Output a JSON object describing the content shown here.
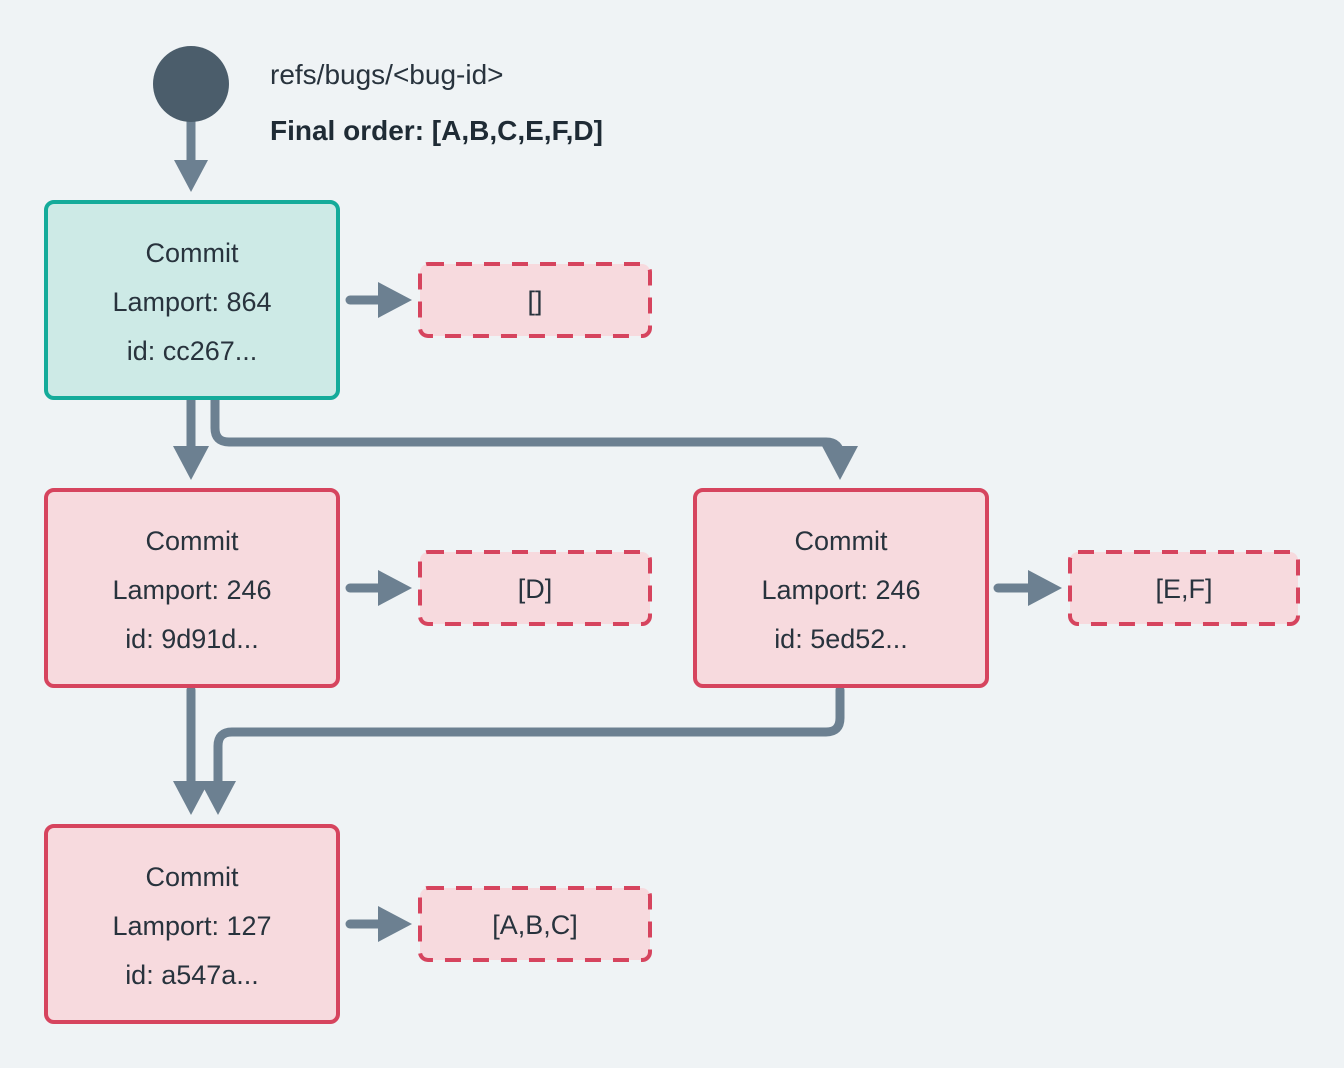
{
  "diagram": {
    "type": "flowchart",
    "title_ref": "refs/bugs/<bug-id>",
    "final_order_label": "Final order: [A,B,C,E,F,D]",
    "background_color": "#eff3f5",
    "colors": {
      "head_node": "#4b5d6b",
      "green_fill": "#cdeae6",
      "green_border": "#14ab9a",
      "red_fill": "#f7dade",
      "red_border": "#d6445e",
      "edge": "#6c8091",
      "text": "#28333d"
    },
    "nodes": [
      {
        "id": "head",
        "kind": "start-circle",
        "label": ""
      },
      {
        "id": "cc267",
        "kind": "commit",
        "style": "green",
        "line1": "Commit",
        "line2": "Lamport: 864",
        "line3": "id: cc267..."
      },
      {
        "id": "9d91d",
        "kind": "commit",
        "style": "red",
        "line1": "Commit",
        "line2": "Lamport: 246",
        "line3": "id: 9d91d..."
      },
      {
        "id": "5ed52",
        "kind": "commit",
        "style": "red",
        "line1": "Commit",
        "line2": "Lamport: 246",
        "line3": "id: 5ed52..."
      },
      {
        "id": "a547a",
        "kind": "commit",
        "style": "red",
        "line1": "Commit",
        "line2": "Lamport: 127",
        "line3": "id: a547a..."
      }
    ],
    "operations": [
      {
        "id": "op-cc267",
        "source": "cc267",
        "label": "[]"
      },
      {
        "id": "op-9d91d",
        "source": "9d91d",
        "label": "[D]"
      },
      {
        "id": "op-5ed52",
        "source": "5ed52",
        "label": "[E,F]"
      },
      {
        "id": "op-a547a",
        "source": "a547a",
        "label": "[A,B,C]"
      }
    ],
    "edges": [
      {
        "from": "head",
        "to": "cc267"
      },
      {
        "from": "cc267",
        "to": "9d91d"
      },
      {
        "from": "cc267",
        "to": "5ed52"
      },
      {
        "from": "9d91d",
        "to": "a547a"
      },
      {
        "from": "5ed52",
        "to": "a547a"
      },
      {
        "from": "cc267",
        "to": "op-cc267"
      },
      {
        "from": "9d91d",
        "to": "op-9d91d"
      },
      {
        "from": "5ed52",
        "to": "op-5ed52"
      },
      {
        "from": "a547a",
        "to": "op-a547a"
      }
    ]
  }
}
